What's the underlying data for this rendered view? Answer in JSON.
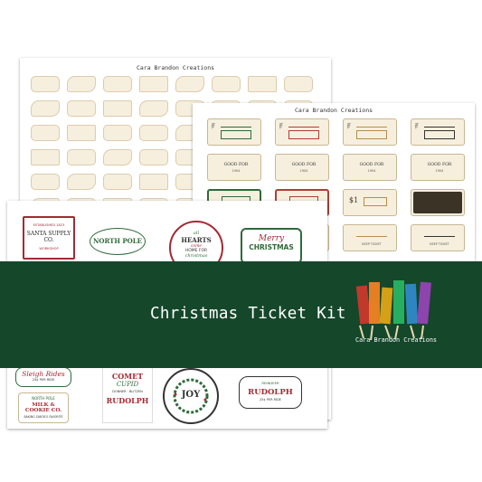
{
  "brand": "Cara Brandon Creations",
  "product_title": "Christmas Ticket Kit",
  "colors": {
    "banner": "#15472b",
    "cream": "#f6efdd",
    "red": "#a32a33",
    "green": "#2f6a3a",
    "gold": "#b68f4b"
  },
  "sheet1": {
    "title": "Cara Brandon Creations"
  },
  "sheet2": {
    "title": "Cara Brandon Creations",
    "ticket_text": {
      "good_for": "GOOD FOR",
      "year": "1904",
      "keep": "KEEP TICKET",
      "dollar": "$1"
    }
  },
  "labels": {
    "santa": {
      "top": "ESTABLISHED 1823",
      "main": "SANTA SUPPLY CO.",
      "sub": "WORKSHOP"
    },
    "north_pole": "NORTH POLE",
    "hearts": {
      "l1": "all",
      "l2": "HEARTS",
      "l3": "come",
      "l4": "HOME FOR",
      "l5": "christmas"
    },
    "merry": {
      "l1": "Merry",
      "l2": "CHRISTMAS"
    },
    "sleigh": {
      "main": "Sleigh Rides",
      "sub": "25¢ PER RIDE"
    },
    "comet": {
      "l1": "COMET",
      "l2": "CUPID",
      "l3": "DONNER · BLITZEN",
      "l4": "RUDOLPH"
    },
    "joy": "JOY",
    "rudolph": {
      "top": "REINDEER",
      "main": "RUDOLPH",
      "sub": "25¢ PER RIDE"
    },
    "milk": {
      "top": "NORTH POLE",
      "main": "MILK & COOKIE CO.",
      "sub": "BAKING SANTA'S FAVORITE"
    }
  }
}
